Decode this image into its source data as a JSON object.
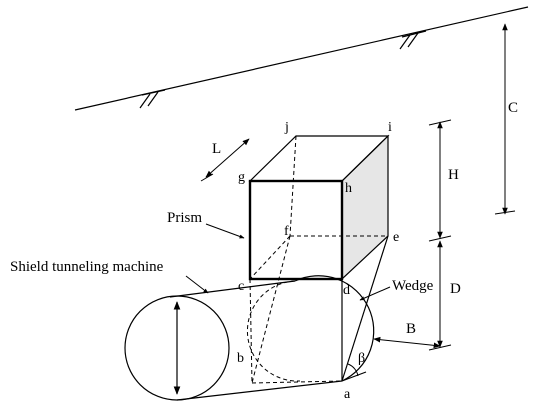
{
  "labels": {
    "shield_machine": "Shield tunneling machine",
    "prism": "Prism",
    "wedge": "Wedge"
  },
  "dimensions": {
    "C": "C",
    "H": "H",
    "D": "D",
    "B": "B",
    "L": "L",
    "beta": "β"
  },
  "points": {
    "a": "a",
    "b": "b",
    "c": "c",
    "d": "d",
    "e": "e",
    "f": "f",
    "g": "g",
    "h": "h",
    "i": "i",
    "j": "j"
  }
}
